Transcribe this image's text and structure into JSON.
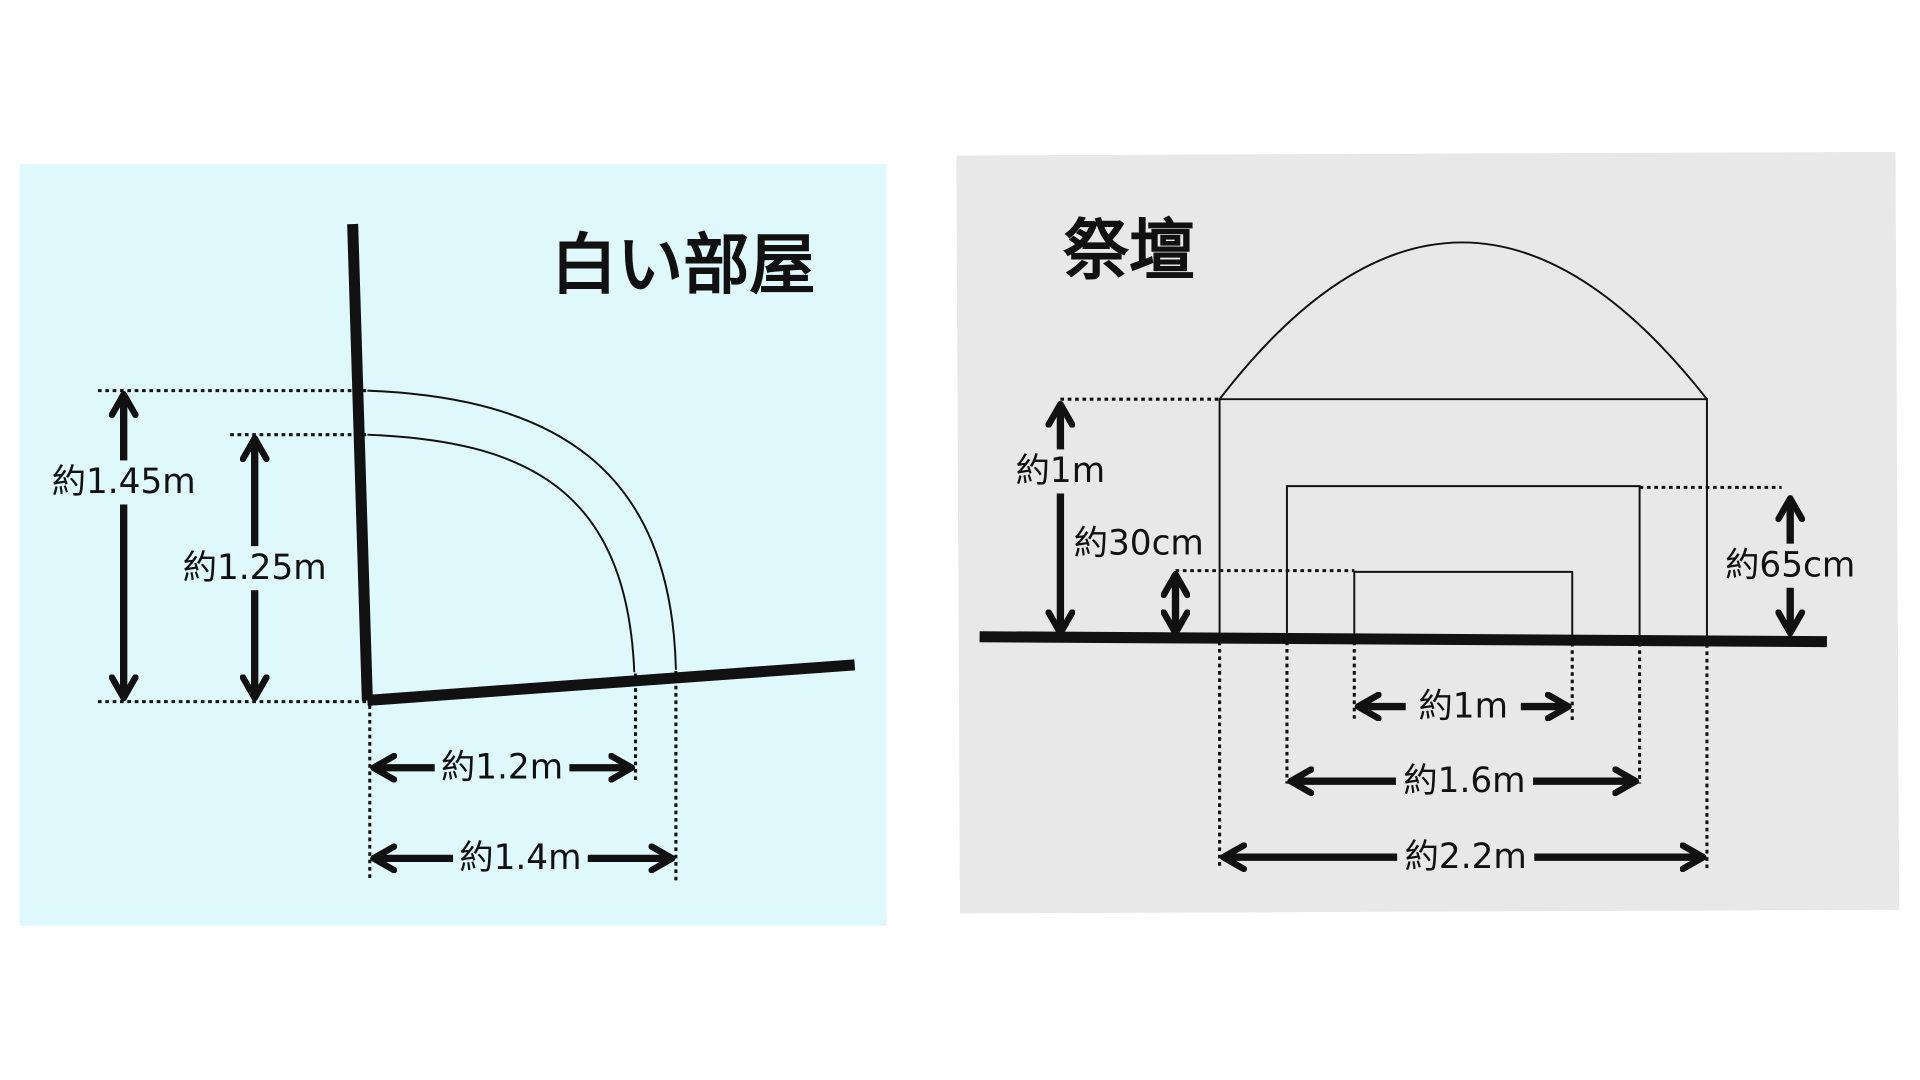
{
  "colors": {
    "left_panel": "#dff8fc",
    "right_panel": "#e8e8e8",
    "ink": "#111111"
  },
  "left": {
    "title": "白い部屋",
    "labels": {
      "h_outer": "約1.45m",
      "h_inner": "約1.25m",
      "w_inner": "約1.2m",
      "w_outer": "約1.4m"
    }
  },
  "right": {
    "title": "祭壇",
    "labels": {
      "h_outer": "約1m",
      "h_inner": "約30cm",
      "h_middle": "約65cm",
      "w_inner": "約1m",
      "w_middle": "約1.6m",
      "w_outer": "約2.2m"
    }
  }
}
